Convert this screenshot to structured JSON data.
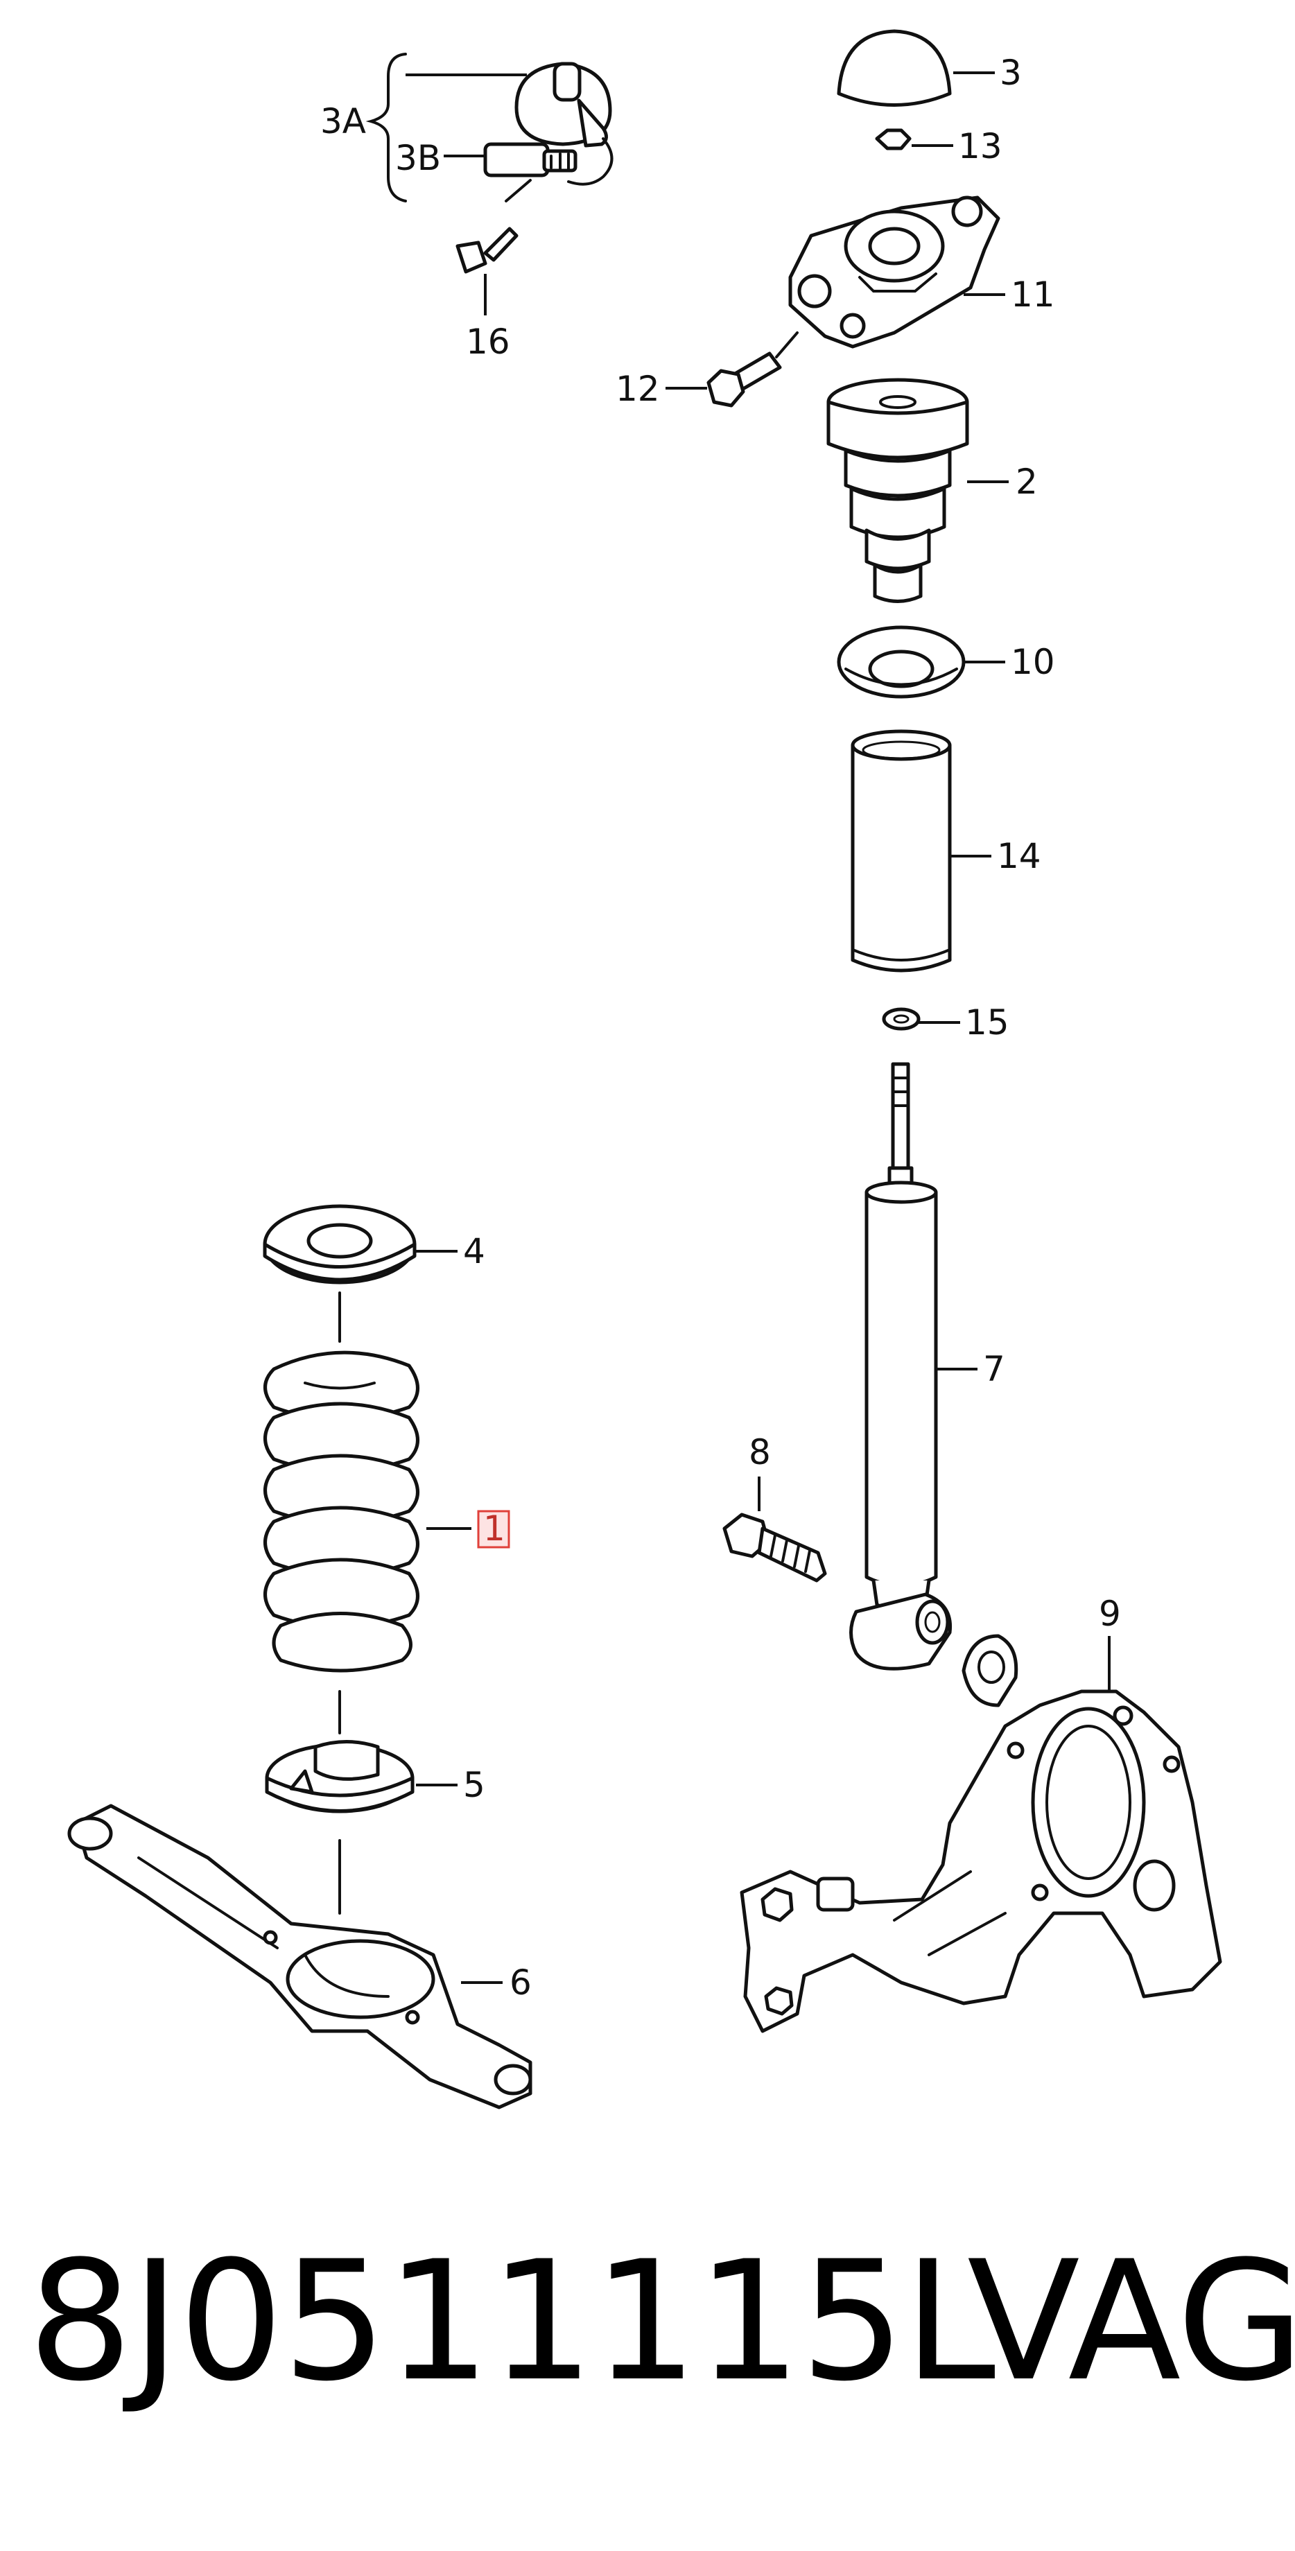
{
  "callouts": {
    "c3A": "3A",
    "c3B": "3B",
    "c16": "16",
    "c3": "3",
    "c13": "13",
    "c11": "11",
    "c12": "12",
    "c2": "2",
    "c10": "10",
    "c14": "14",
    "c15": "15",
    "c4": "4",
    "c7": "7",
    "c8": "8",
    "c1": "1",
    "c9": "9",
    "c5": "5",
    "c6": "6"
  },
  "highlight_color": "#e0403a",
  "footer": {
    "part_number": "8J0511115L",
    "brand": "VAG"
  }
}
